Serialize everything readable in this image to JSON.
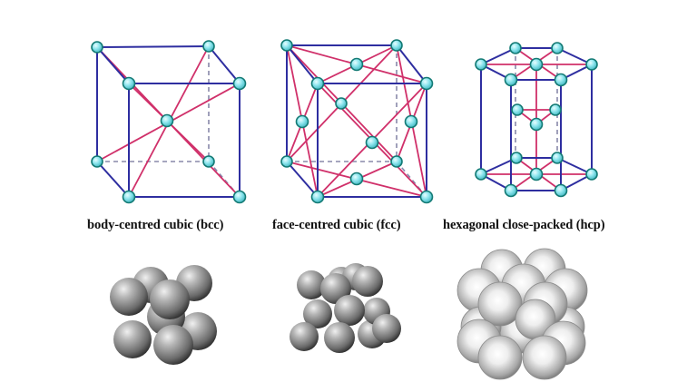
{
  "figure": {
    "colors": {
      "edge": "#2e2ea0",
      "bond": "#d0306a",
      "hidden_edge": "#8888aa",
      "atom_fill": "#7fe0ea",
      "atom_stroke": "#137a74",
      "sphere_dark": "#3a3a3a",
      "sphere_light": "#f2f2f2",
      "background": "#ffffff"
    },
    "structures": [
      {
        "id": "bcc",
        "caption": "body-centred cubic (bcc)",
        "lattice_atoms": 9,
        "packed_spheres": 9
      },
      {
        "id": "fcc",
        "caption": "face-centred cubic (fcc)",
        "lattice_atoms": 14,
        "packed_spheres": 14
      },
      {
        "id": "hcp",
        "caption": "hexagonal close-packed (hcp)",
        "lattice_atoms": 17,
        "packed_spheres": 17
      }
    ]
  }
}
